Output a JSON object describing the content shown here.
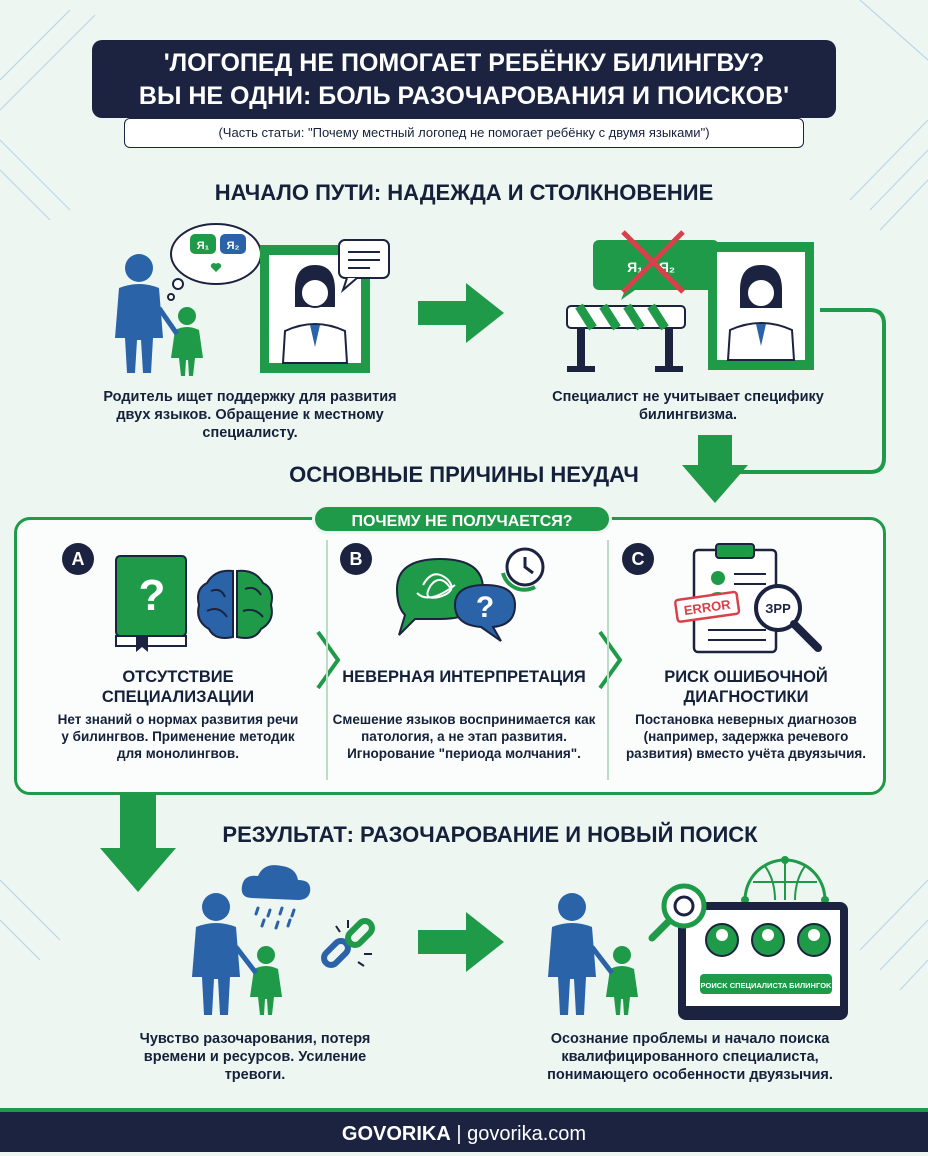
{
  "header": {
    "title_line1": "'ЛОГОПЕД НЕ ПОМОГАЕТ РЕБЁНКУ БИЛИНГВУ?",
    "title_line2": "ВЫ НЕ ОДНИ: БОЛЬ РАЗОЧАРОВАНИЯ И ПОИСКОВ'",
    "subtitle": "(Часть статьи: \"Почему местный логопед не помогает ребёнку с двумя языками\")"
  },
  "start": {
    "heading": "НАЧАЛО ПУТИ: НАДЕЖДА И СТОЛКНОВЕНИЕ",
    "bubble_lang1": "Я₁",
    "bubble_lang2": "Я₂",
    "crossed_lang1": "Я₁",
    "crossed_lang2": "Я₂",
    "left_caption": "Родитель ищет поддержку для развития двух языков. Обращение к местному специалисту.",
    "right_caption": "Специалист не учитывает специфику билингвизма."
  },
  "reasons": {
    "heading": "ОСНОВНЫЕ ПРИЧИНЫ НЕУДАЧ",
    "pill": "ПОЧЕМУ НЕ ПОЛУЧАЕТСЯ?",
    "columns": [
      {
        "letter": "A",
        "title": "ОТСУТСТВИЕ СПЕЦИАЛИЗАЦИИ",
        "text": "Нет знаний о нормах развития речи у билингвов. Применение методик для монолингвов."
      },
      {
        "letter": "B",
        "title": "НЕВЕРНАЯ ИНТЕРПРЕТАЦИЯ",
        "text": "Смешение языков воспринимается как патология, а не этап развития. Игнорование \"периода молчания\"."
      },
      {
        "letter": "C",
        "title": "РИСК ОШИБОЧНОЙ ДИАГНОСТИКИ",
        "text": "Постановка неверных диагнозов (например, задержка речевого развития) вместо учёта двуязычия."
      }
    ],
    "book_mark": "?",
    "bubble_mark": "?",
    "error_stamp": "ERROR",
    "zrr_label": "ЗРР"
  },
  "result": {
    "heading": "РЕЗУЛЬТАТ: РАЗОЧАРОВАНИЕ И НОВЫЙ ПОИСК",
    "left_caption": "Чувство разочарования, потеря времени и ресурсов. Усиление тревоги.",
    "right_caption": "Осознание проблемы и начало поиска квалифицированного специалиста, понимающего особенности двуязычия.",
    "screen_label": "POИCK CПЕЦИAЛИCTA БИЛИHГOK"
  },
  "footer": {
    "brand": "GOVORIKA",
    "separator": " | ",
    "site": "govorika.com"
  },
  "colors": {
    "green": "#1f9a48",
    "navy": "#1b2340",
    "blue": "#2a63a8",
    "red": "#d9404a"
  }
}
